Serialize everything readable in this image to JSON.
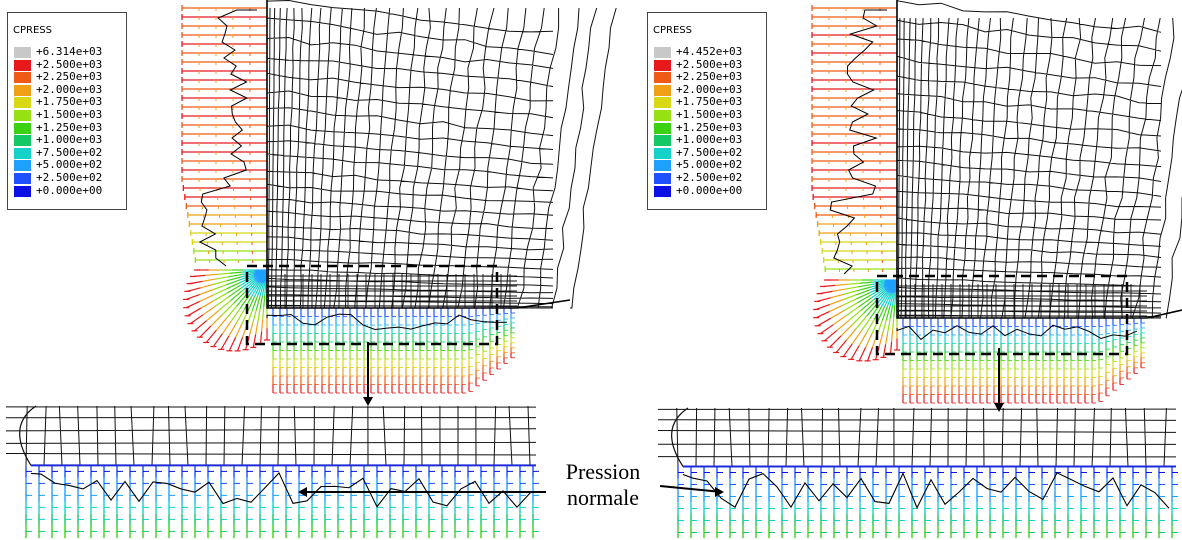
{
  "panels": [
    {
      "legend": {
        "title": "CPRESS",
        "values": [
          "+6.314e+03",
          "+2.500e+03",
          "+2.250e+03",
          "+2.000e+03",
          "+1.750e+03",
          "+1.500e+03",
          "+1.250e+03",
          "+1.000e+03",
          "+7.500e+02",
          "+5.000e+02",
          "+2.500e+02",
          "+0.000e+00"
        ]
      }
    },
    {
      "legend": {
        "title": "CPRESS",
        "values": [
          "+4.452e+03",
          "+2.500e+03",
          "+2.250e+03",
          "+2.000e+03",
          "+1.750e+03",
          "+1.500e+03",
          "+1.250e+03",
          "+1.000e+03",
          "+7.500e+02",
          "+5.000e+02",
          "+2.500e+02",
          "+0.000e+00"
        ]
      }
    }
  ],
  "legend_colors": [
    "#c8c8c8",
    "#e8191d",
    "#f05a14",
    "#f0a014",
    "#d8d814",
    "#96e014",
    "#3cd214",
    "#14c864",
    "#14d2c8",
    "#1ea0ff",
    "#1e50ff",
    "#0a10e6"
  ],
  "annotation": {
    "line1": "Pression",
    "line2": "normale"
  }
}
